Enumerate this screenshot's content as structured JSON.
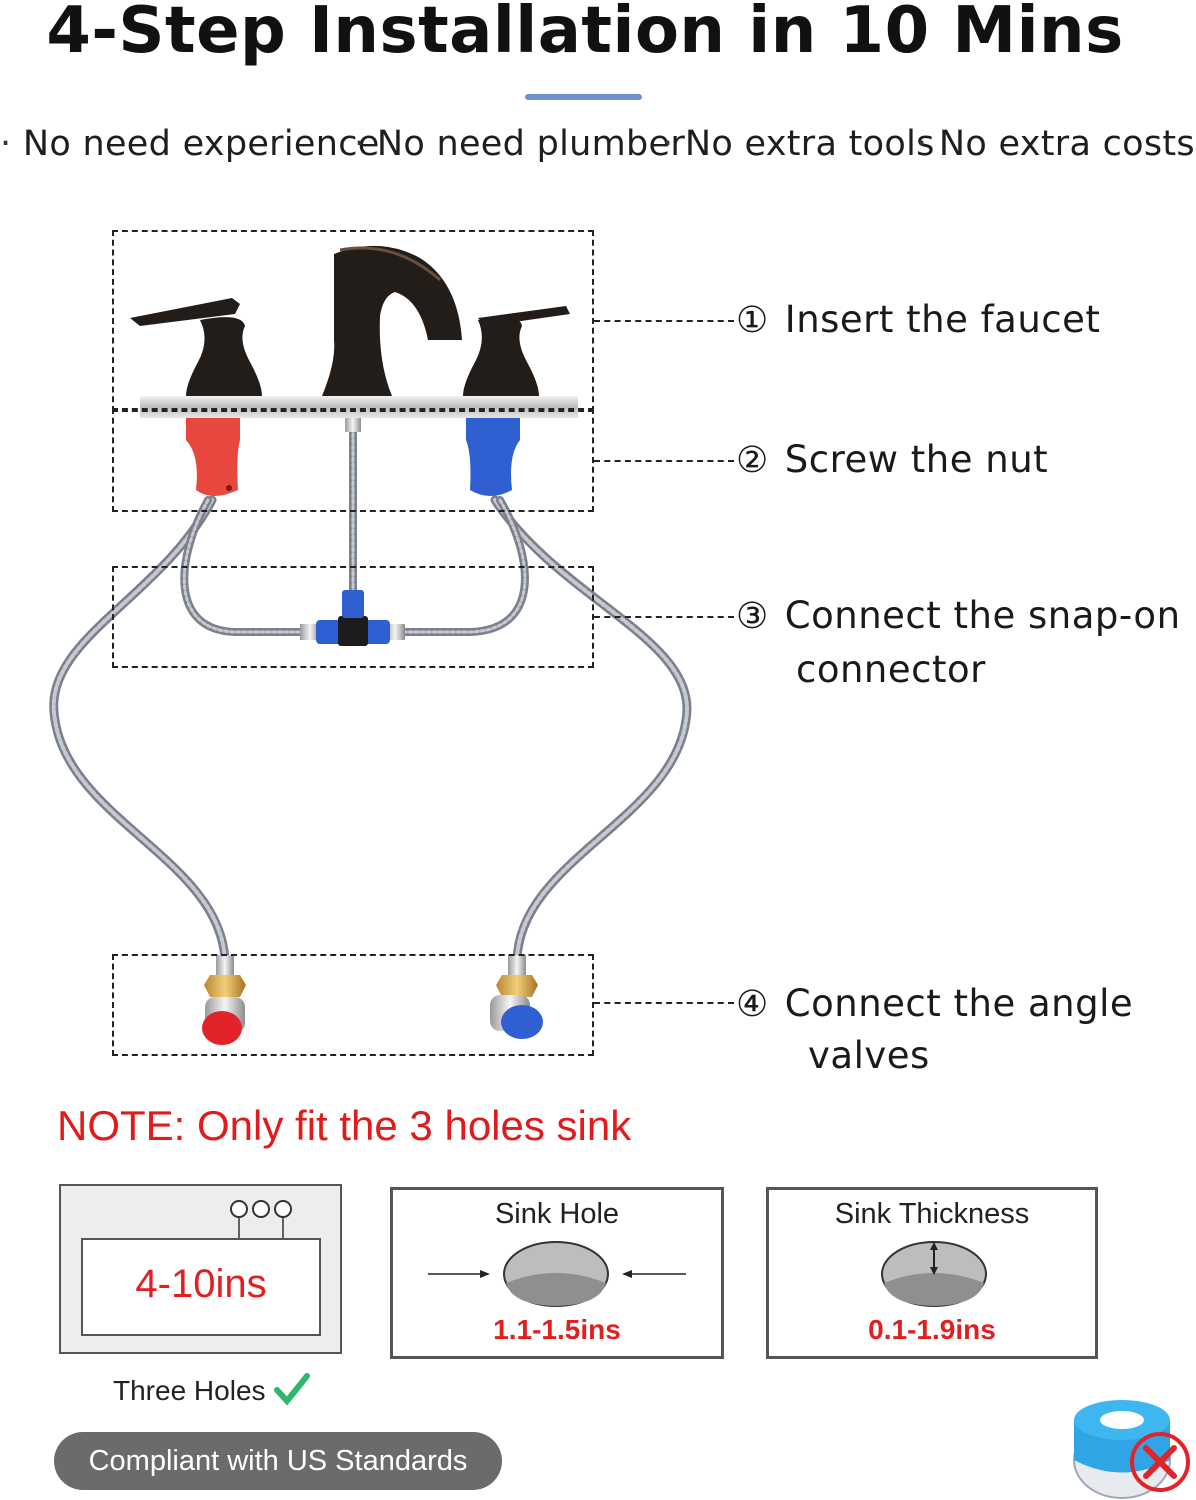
{
  "header": {
    "title": "4-Step Installation in 10 Mins",
    "accent_color": "#6b93c9"
  },
  "features": [
    "No need experience",
    "No need plumber",
    "No extra tools",
    "No extra costs"
  ],
  "steps": [
    {
      "number": "①",
      "label": "Insert the faucet",
      "label_line2": ""
    },
    {
      "number": "②",
      "label": "Screw the nut",
      "label_line2": ""
    },
    {
      "number": "③",
      "label": "Connect the snap-on",
      "label_line2": "connector"
    },
    {
      "number": "④",
      "label": "Connect the angle",
      "label_line2": "valves"
    }
  ],
  "note": {
    "text": "NOTE: Only fit the 3 holes sink",
    "color": "#e11b1b"
  },
  "specs": {
    "sink_range": "4-10ins",
    "three_holes_label": "Three Holes",
    "sink_hole_title": "Sink Hole",
    "sink_hole_value": "1.1-1.5ins",
    "sink_thickness_title": "Sink Thickness",
    "sink_thickness_value": "0.1-1.9ins",
    "value_color": "#e02020"
  },
  "badge": {
    "text": "Compliant with US Standards",
    "background": "#6b6b6b"
  },
  "colors": {
    "hot": "#e8473f",
    "cold": "#2f5fd0",
    "faucet": "#231d1a",
    "hose": "#8a8f99",
    "check": "#2fb86b"
  }
}
